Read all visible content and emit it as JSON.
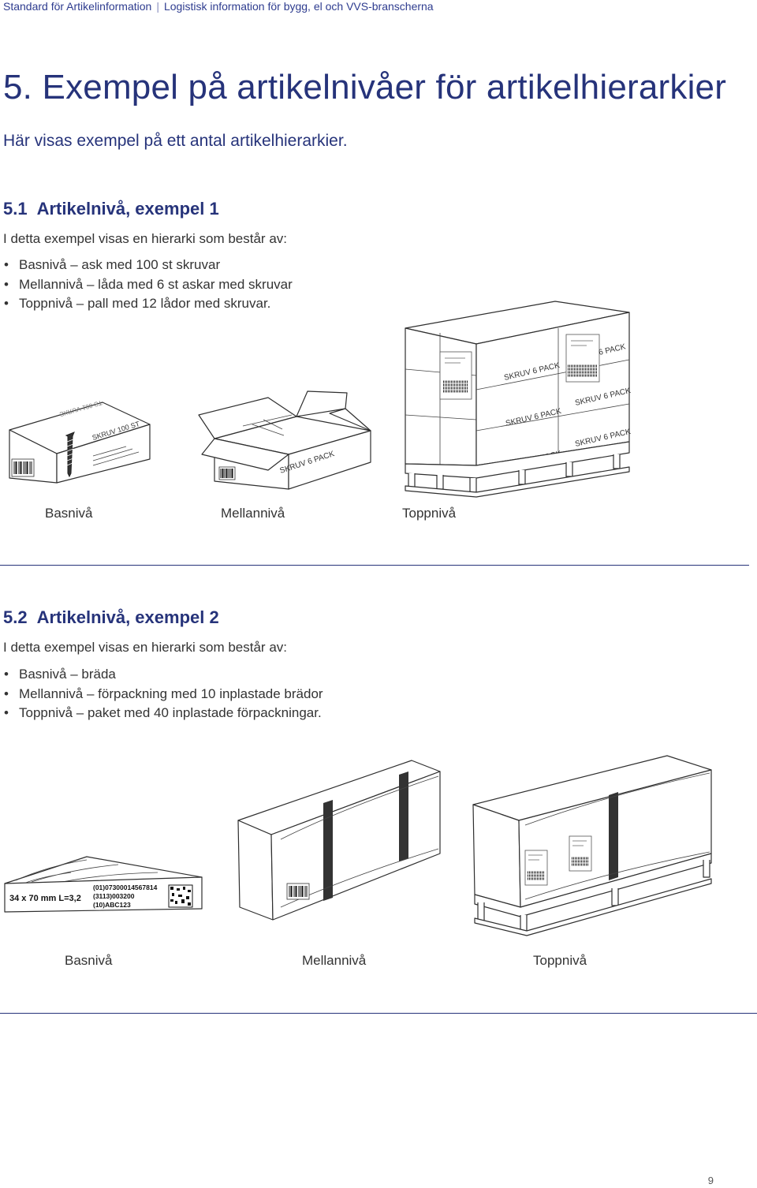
{
  "header": {
    "standard": "Standard för Artikelinformation",
    "separator": "|",
    "subtitle": "Logistisk information för bygg, el och VVS-branscherna"
  },
  "title": "5. Exempel på artikelnivåer för artikelhierarkier",
  "intro": "Här visas exempel på ett antal artikelhierarkier.",
  "section1": {
    "number": "5.1",
    "heading": "Artikelnivå, exempel 1",
    "lead": "I detta exempel visas en hierarki som består av:",
    "bullets": [
      "Basnivå – ask med 100 st skruvar",
      "Mellannivå – låda med 6 st askar med skruvar",
      "Toppnivå – pall med 12 lådor med skruvar."
    ],
    "labels": {
      "box_front": "SKRUV 100 ST",
      "box_top": "SKRUV 100 ST",
      "carton": "SKRUV  6 PACK",
      "pallet_top_right": "6 PACK",
      "pallet_box": "SKRUV  6 PACK"
    },
    "captions": [
      "Basnivå",
      "Mellannivå",
      "Toppnivå"
    ]
  },
  "section2": {
    "number": "5.2",
    "heading": "Artikelnivå, exempel 2",
    "lead": "I detta exempel visas en hierarki som består av:",
    "bullets": [
      "Basnivå – bräda",
      "Mellannivå – förpackning med 10 inplastade brädor",
      "Toppnivå – paket med 40 inplastade förpackningar."
    ],
    "board": {
      "size_label": "34 x 70 mm L=3,2",
      "gs1_lines": [
        "(01)07300014567814",
        "(3113)003200",
        "(10)ABC123"
      ]
    },
    "captions": [
      "Basnivå",
      "Mellannivå",
      "Toppnivå"
    ]
  },
  "page_number": "9",
  "colors": {
    "accent": "#26337a",
    "header": "#2e3c8f",
    "text": "#333333"
  }
}
